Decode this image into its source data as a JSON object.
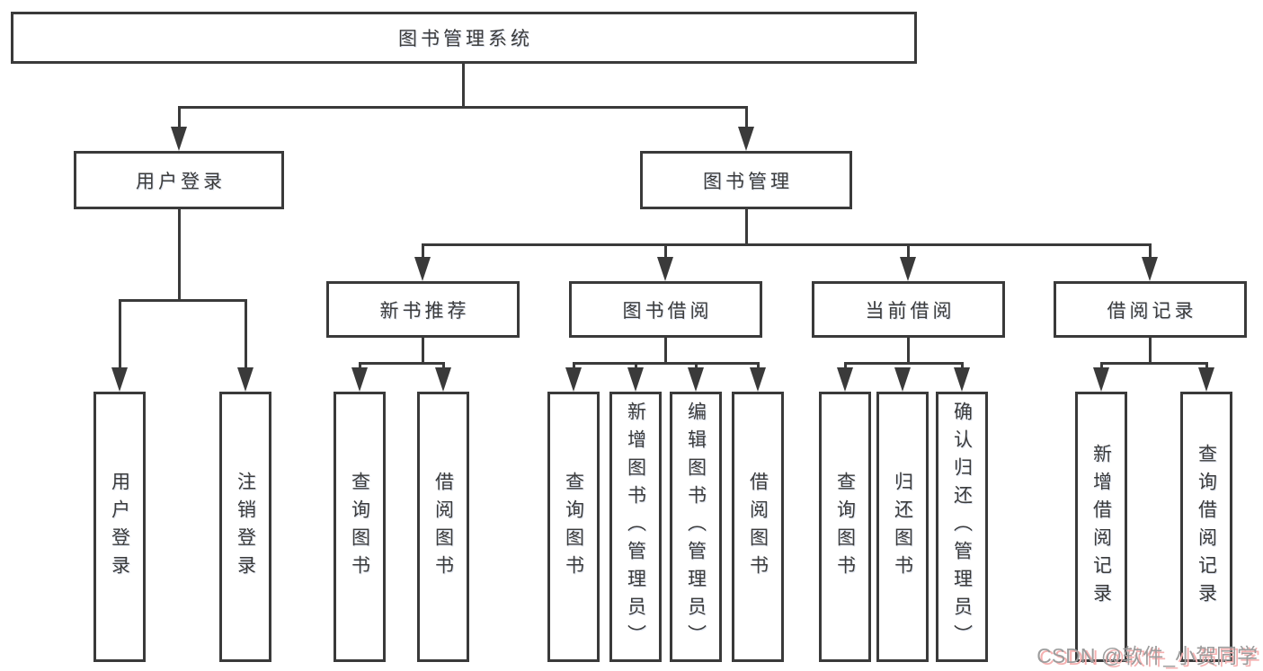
{
  "diagram": {
    "root": {
      "label": "图书管理系统"
    },
    "level2": [
      {
        "label": "用户登录"
      },
      {
        "label": "图书管理"
      }
    ],
    "level3": [
      {
        "label": "新书推荐"
      },
      {
        "label": "图书借阅"
      },
      {
        "label": "当前借阅"
      },
      {
        "label": "借阅记录"
      }
    ],
    "leaves": {
      "user_login": [
        {
          "label": "用户登录"
        },
        {
          "label": "注销登录"
        }
      ],
      "new_book": [
        {
          "label": "查询图书"
        },
        {
          "label": "借阅图书"
        }
      ],
      "borrow": [
        {
          "label": "查询图书"
        },
        {
          "label": "新增图书（管理员）"
        },
        {
          "label": "编辑图书（管理员）"
        },
        {
          "label": "借阅图书"
        }
      ],
      "current": [
        {
          "label": "查询图书"
        },
        {
          "label": "归还图书"
        },
        {
          "label": "确认归还（管理员）"
        }
      ],
      "records": [
        {
          "label": "新增借阅记录"
        },
        {
          "label": "查询借阅记录"
        }
      ]
    }
  },
  "watermark": {
    "text": "CSDN @软件_小贺同学"
  },
  "colors": {
    "line": "#3a3a3a",
    "text": "#3b3b3b",
    "background": "#ffffff",
    "watermark_gray": "#9c9c9c",
    "watermark_pink": "#f5b0b0"
  }
}
